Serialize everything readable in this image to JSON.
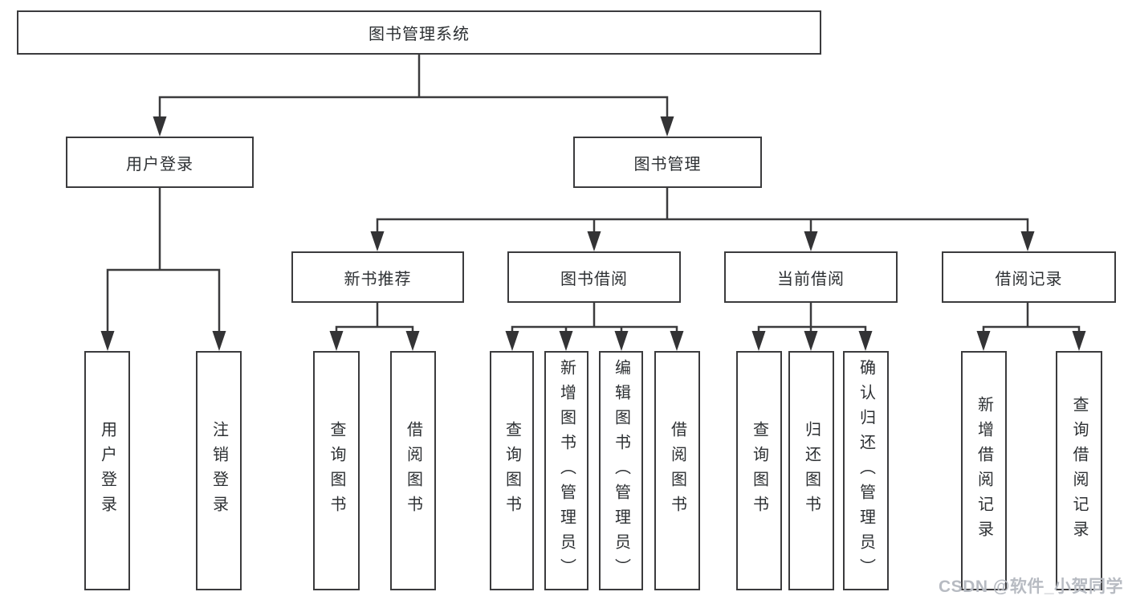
{
  "diagram": {
    "root": {
      "label": "图书管理系统"
    },
    "level2": [
      {
        "label": "用户登录"
      },
      {
        "label": "图书管理"
      }
    ],
    "level3": [
      {
        "label": "新书推荐"
      },
      {
        "label": "图书借阅"
      },
      {
        "label": "当前借阅"
      },
      {
        "label": "借阅记录"
      }
    ],
    "leaves": {
      "user_login": [
        {
          "label": "用户登录"
        },
        {
          "label": "注销登录"
        }
      ],
      "new_book_recommend": [
        {
          "label": "查询图书"
        },
        {
          "label": "借阅图书"
        }
      ],
      "book_borrowing": [
        {
          "label": "查询图书"
        },
        {
          "label": "新增图书（管理员）"
        },
        {
          "label": "编辑图书（管理员）"
        },
        {
          "label": "借阅图书"
        }
      ],
      "current_borrowing": [
        {
          "label": "查询图书"
        },
        {
          "label": "归还图书"
        },
        {
          "label": "确认归还（管理员）"
        }
      ],
      "borrowing_records": [
        {
          "label": "新增借阅记录"
        },
        {
          "label": "查询借阅记录"
        }
      ]
    }
  },
  "watermark": {
    "text": "CSDN @软件_小贺同学"
  },
  "colors": {
    "line": "#3b3b3d",
    "text": "#2d3033",
    "watermark": "#b7bbc2",
    "background": "#ffffff"
  }
}
